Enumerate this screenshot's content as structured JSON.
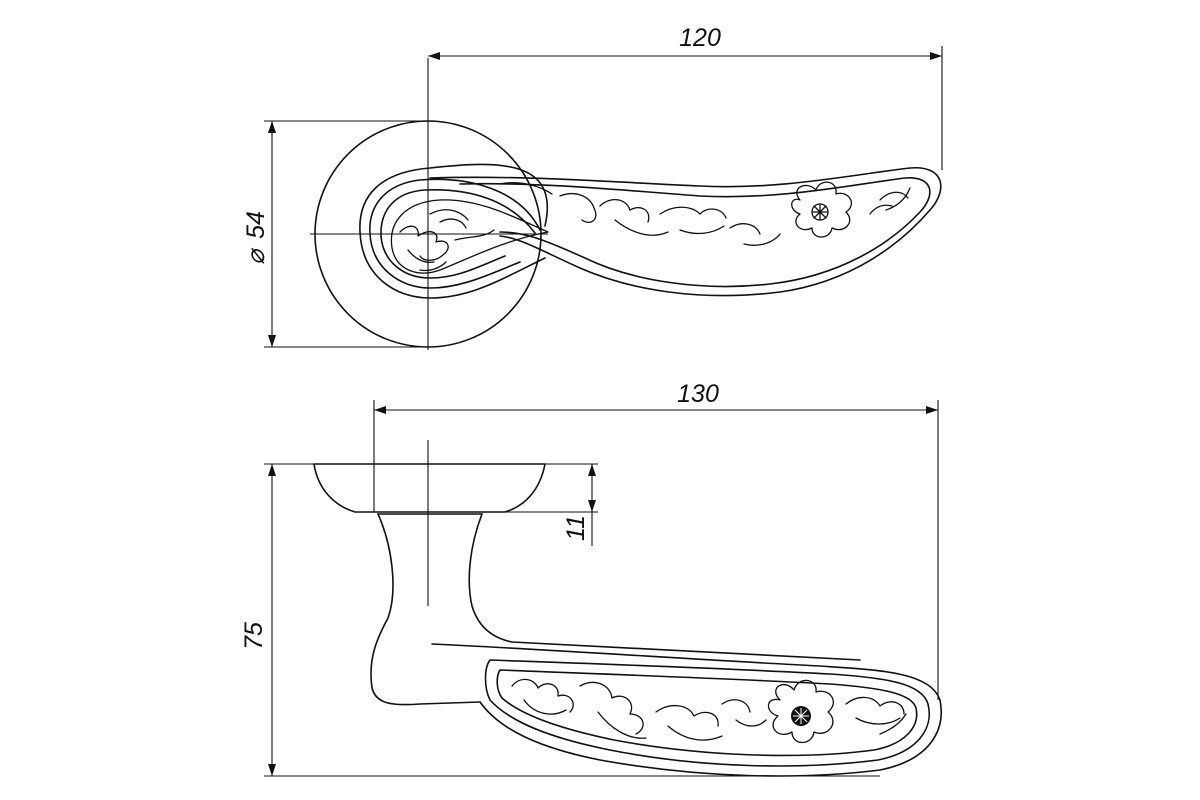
{
  "drawing": {
    "top_view": {
      "length_label": "120",
      "diameter_symbol": "⌀",
      "diameter_label": "54"
    },
    "side_view": {
      "length_label": "130",
      "height_label": "75",
      "rose_thickness_label": "11"
    },
    "line_color": "#111111",
    "background_color": "#ffffff"
  }
}
